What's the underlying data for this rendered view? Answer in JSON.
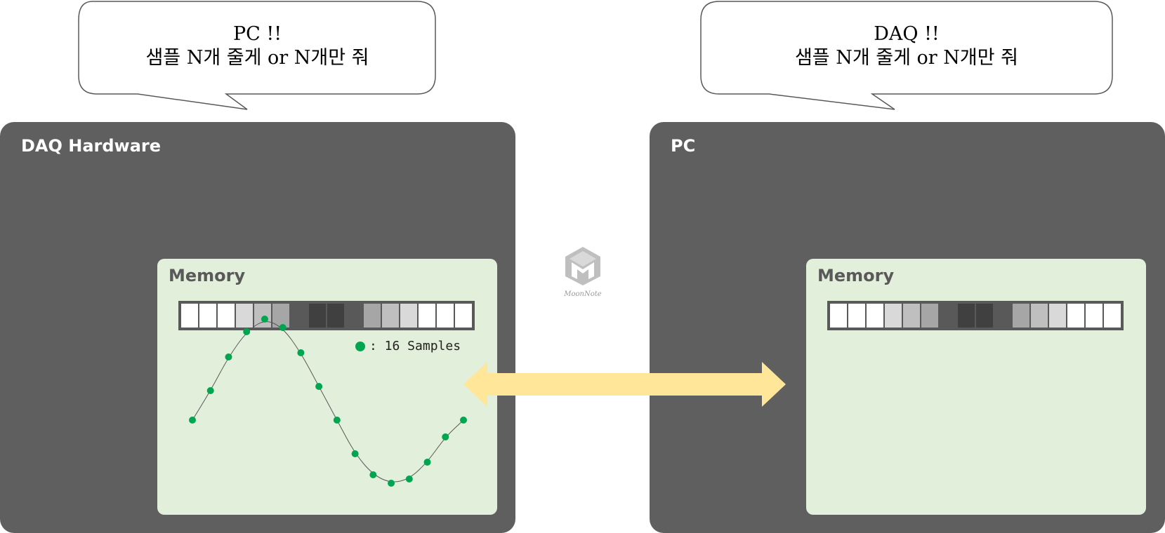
{
  "bubbles": {
    "left": {
      "line1": "PC !!",
      "line2": "샘플 N개 줄게 or N개만 줘"
    },
    "right": {
      "line1": "DAQ !!",
      "line2": "샘플 N개 줄게 or N개만 줘"
    }
  },
  "panels": {
    "hardware": {
      "title": "DAQ Hardware",
      "memory_label": "Memory"
    },
    "pc": {
      "title": "PC",
      "memory_label": "Memory"
    }
  },
  "memory_cells": [
    "#ffffff",
    "#ffffff",
    "#ffffff",
    "#d9d9d9",
    "#bfbfbf",
    "#a6a6a6",
    "#595959",
    "#404040",
    "#404040",
    "#595959",
    "#a6a6a6",
    "#bfbfbf",
    "#d9d9d9",
    "#ffffff",
    "#ffffff",
    "#ffffff"
  ],
  "legend": {
    "text": ": 16 Samples"
  },
  "waveform": {
    "sample_count": 16,
    "sample_values": [
      -0.45,
      -0.1,
      0.3,
      0.6,
      0.75,
      0.65,
      0.35,
      -0.05,
      -0.45,
      -0.85,
      -1.1,
      -1.2,
      -1.15,
      -0.95,
      -0.65,
      -0.45
    ]
  },
  "logo": {
    "text": "MoonNote"
  },
  "colors": {
    "panel": "#5f5f5f",
    "memory_bg": "#e2efda",
    "sample_dot": "#00a64f",
    "arrow": "#ffe699"
  }
}
